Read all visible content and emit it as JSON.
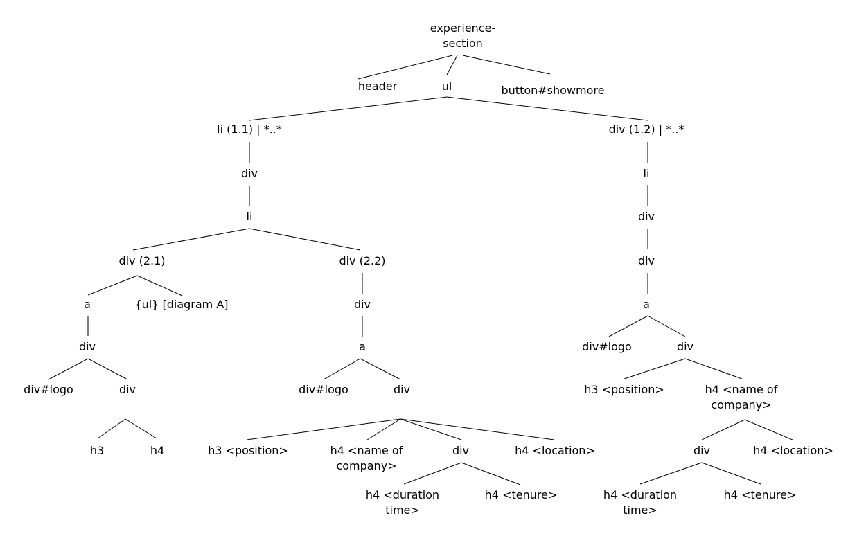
{
  "tree": {
    "root": "experience-\nsection",
    "nodes": {
      "header": "header",
      "ul": "ul",
      "button": "button#showmore",
      "li11": "li (1.1) | *..*",
      "div12": "div (1.2) | *..*",
      "l_div1": "div",
      "l_li": "li",
      "div21": "div (2.1)",
      "div22": "div (2.2)",
      "a1": "a",
      "ul_ref": "{ul} [diagram A]",
      "div_a1": "div",
      "logo1": "div#logo",
      "div_b1": "div",
      "h3_1": "h3",
      "h4_1": "h4",
      "div22_div": "div",
      "a2": "a",
      "logo2": "div#logo",
      "div2": "div",
      "h3_2": "h3 <position>",
      "h4_company2": "h4 <name of\ncompany>",
      "div_dur2": "div",
      "h4_loc2": "h4 <location>",
      "h4_dur2": "h4 <duration\ntime>",
      "h4_ten2": "h4 <tenure>",
      "r_li": "li",
      "r_div1": "div",
      "r_div2": "div",
      "a3": "a",
      "logo3": "div#logo",
      "div3": "div",
      "h3_3": "h3 <position>",
      "h4_company3": "h4 <name of\ncompany>",
      "div_dur3": "div",
      "h4_loc3": "h4 <location>",
      "h4_dur3": "h4 <duration\ntime>",
      "h4_ten3": "h4 <tenure>"
    }
  }
}
